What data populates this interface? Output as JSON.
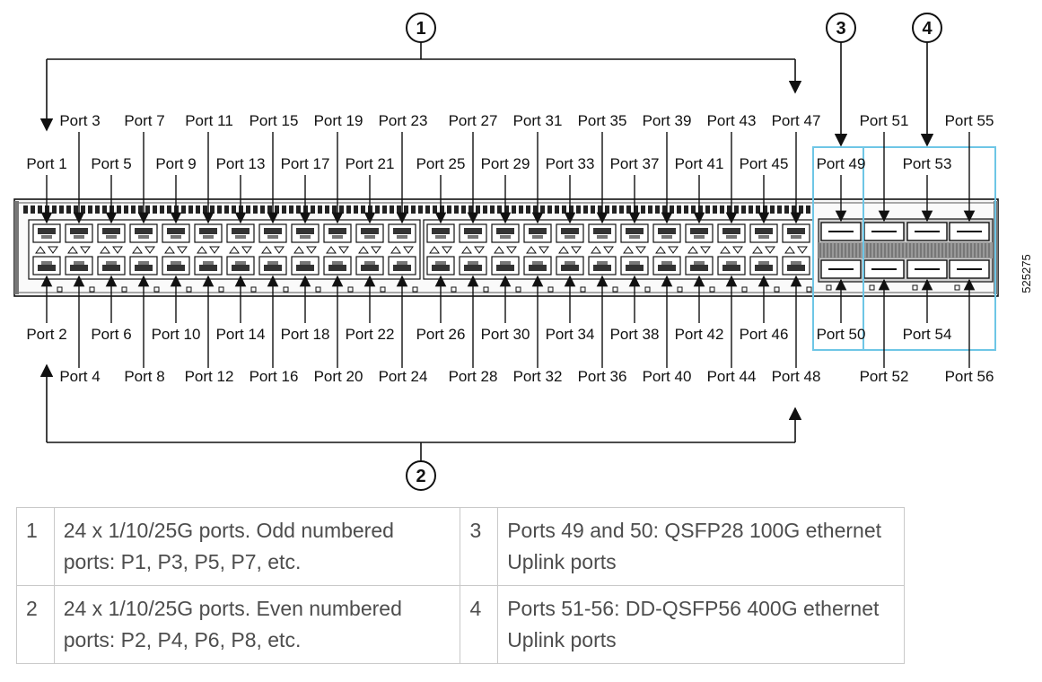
{
  "callouts": [
    "1",
    "2",
    "3",
    "4"
  ],
  "figure_id": "525275",
  "ports_top_row1": [
    "Port 3",
    "Port 7",
    "Port 11",
    "Port 15",
    "Port 19",
    "Port 23",
    "Port 27",
    "Port 31",
    "Port 35",
    "Port 39",
    "Port 43",
    "Port 47"
  ],
  "ports_top_row2": [
    "Port 1",
    "Port 5",
    "Port 9",
    "Port 13",
    "Port 17",
    "Port 21",
    "Port 25",
    "Port 29",
    "Port 33",
    "Port 37",
    "Port 41",
    "Port 45"
  ],
  "ports_bottom_row1": [
    "Port 2",
    "Port 6",
    "Port 10",
    "Port 14",
    "Port 18",
    "Port 22",
    "Port 26",
    "Port 30",
    "Port 34",
    "Port 38",
    "Port 42",
    "Port 46"
  ],
  "ports_bottom_row2": [
    "Port 4",
    "Port 8",
    "Port 12",
    "Port 16",
    "Port 20",
    "Port 24",
    "Port 28",
    "Port 32",
    "Port 36",
    "Port 40",
    "Port 44",
    "Port 48"
  ],
  "uplink_top_row1": [
    "Port 51",
    "Port 55"
  ],
  "uplink_top_row2": [
    "Port 49",
    "Port 53"
  ],
  "uplink_bottom_row1": [
    "Port 50",
    "Port 54"
  ],
  "uplink_bottom_row2": [
    "Port 52",
    "Port 56"
  ],
  "legend": [
    {
      "num": "1",
      "text": "24 x 1/10/25G ports. Odd numbered ports: P1, P3, P5, P7, etc.",
      "num2": "3",
      "text2": "Ports 49 and 50: QSFP28 100G ethernet Uplink ports"
    },
    {
      "num": "2",
      "text": "24 x 1/10/25G ports. Even numbered ports: P2, P4, P6, P8, etc.",
      "num2": "4",
      "text2": "Ports 51-56: DD-QSFP56 400G ethernet Uplink ports"
    }
  ],
  "colors": {
    "highlight": "#6ec6e6",
    "line": "#111111",
    "legend_text": "#4d4d4d",
    "legend_border": "#c9c9c9"
  }
}
